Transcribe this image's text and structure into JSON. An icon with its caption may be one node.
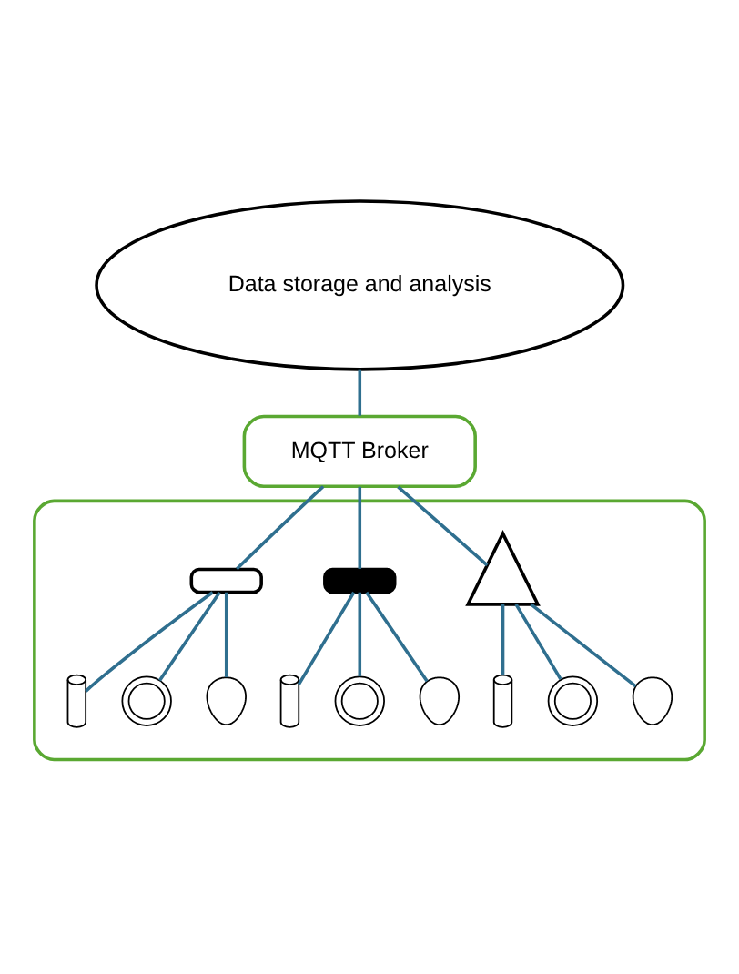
{
  "diagram": {
    "nodes": [
      {
        "text": [
          "Data storage and analysis"
        ]
      },
      {
        "text": [
          "MQTT Broker"
        ]
      },
      {
        "text": [],
        "shape": "box"
      },
      {
        "text": [],
        "shape": "router",
        "in": 2
      },
      {
        "text": [],
        "shape": "thermometer",
        "in": 2
      },
      {
        "text": [],
        "shape": "camera",
        "in": 2
      },
      {
        "text": [],
        "shape": "drop",
        "in": 2
      },
      {
        "text": [],
        "shape": "router",
        "in": 2
      },
      {
        "text": [],
        "shape": "thermometer",
        "in": 2
      },
      {
        "text": [],
        "shape": "camera",
        "in": 2
      },
      {
        "text": [],
        "shape": "drop",
        "in": 2
      },
      {
        "text": [],
        "shape": "tower",
        "in": 2
      },
      {
        "text": [],
        "shape": "thermometer",
        "in": 2
      },
      {
        "text": [],
        "shape": "camera",
        "in": 2
      },
      {
        "text": [],
        "shape": "drop",
        "in": 2
      }
    ],
    "edges": [
      {
        "from": 0,
        "to": 1,
        "arrow": "none"
      },
      {
        "from": 1,
        "to": 3,
        "arrow": "none"
      },
      {
        "from": 1,
        "to": 7,
        "arrow": "none"
      },
      {
        "from": 1,
        "to": 11,
        "arrow": "none"
      },
      {
        "from": 3,
        "to": 4,
        "arrow": "none"
      },
      {
        "from": 3,
        "to": 5,
        "arrow": "none"
      },
      {
        "from": 3,
        "to": 6,
        "arrow": "none"
      },
      {
        "from": 7,
        "to": 8,
        "arrow": "none"
      },
      {
        "from": 7,
        "to": 9,
        "arrow": "none"
      },
      {
        "from": 7,
        "to": 10,
        "arrow": "none"
      },
      {
        "from": 11,
        "to": 12,
        "arrow": "none"
      },
      {
        "from": 11,
        "to": 13,
        "arrow": "none"
      },
      {
        "from": 11,
        "to": 14,
        "arrow": "none"
      }
    ]
  }
}
